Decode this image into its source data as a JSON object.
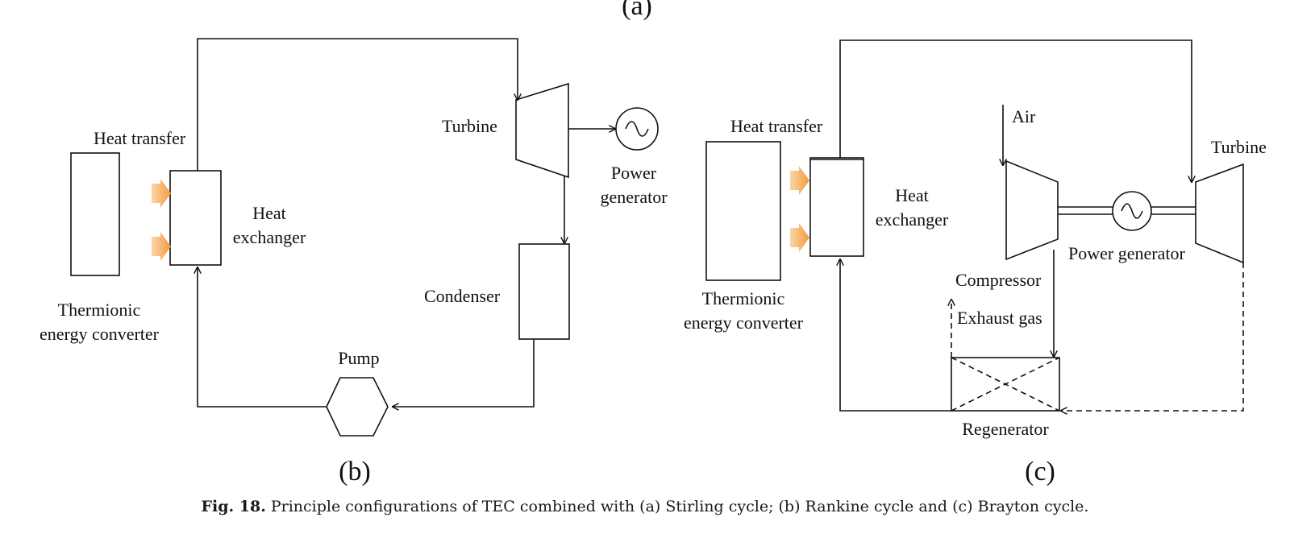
{
  "top_label": "(a)",
  "panel_b": {
    "id": "(b)",
    "thermionic_converter": "Thermionic\nenergy converter",
    "heat_transfer": "Heat transfer",
    "heat_exchanger": "Heat\nexchanger",
    "turbine": "Turbine",
    "power_generator": "Power\ngenerator",
    "condenser": "Condenser",
    "pump": "Pump"
  },
  "panel_c": {
    "id": "(c)",
    "thermionic_converter": "Thermionic\nenergy converter",
    "heat_transfer": "Heat transfer",
    "heat_exchanger": "Heat\nexchanger",
    "air": "Air",
    "turbine": "Turbine",
    "power_generator": "Power generator",
    "compressor": "Compressor",
    "exhaust_gas": "Exhaust gas",
    "regenerator": "Regenerator"
  },
  "caption": {
    "prefix": "Fig. 18.",
    "text": " Principle configurations of TEC combined with (a) Stirling cycle; (b) Rankine cycle and (c) Brayton cycle."
  },
  "colors": {
    "line": "#111111",
    "heat_arrow": "#f5a04a"
  }
}
